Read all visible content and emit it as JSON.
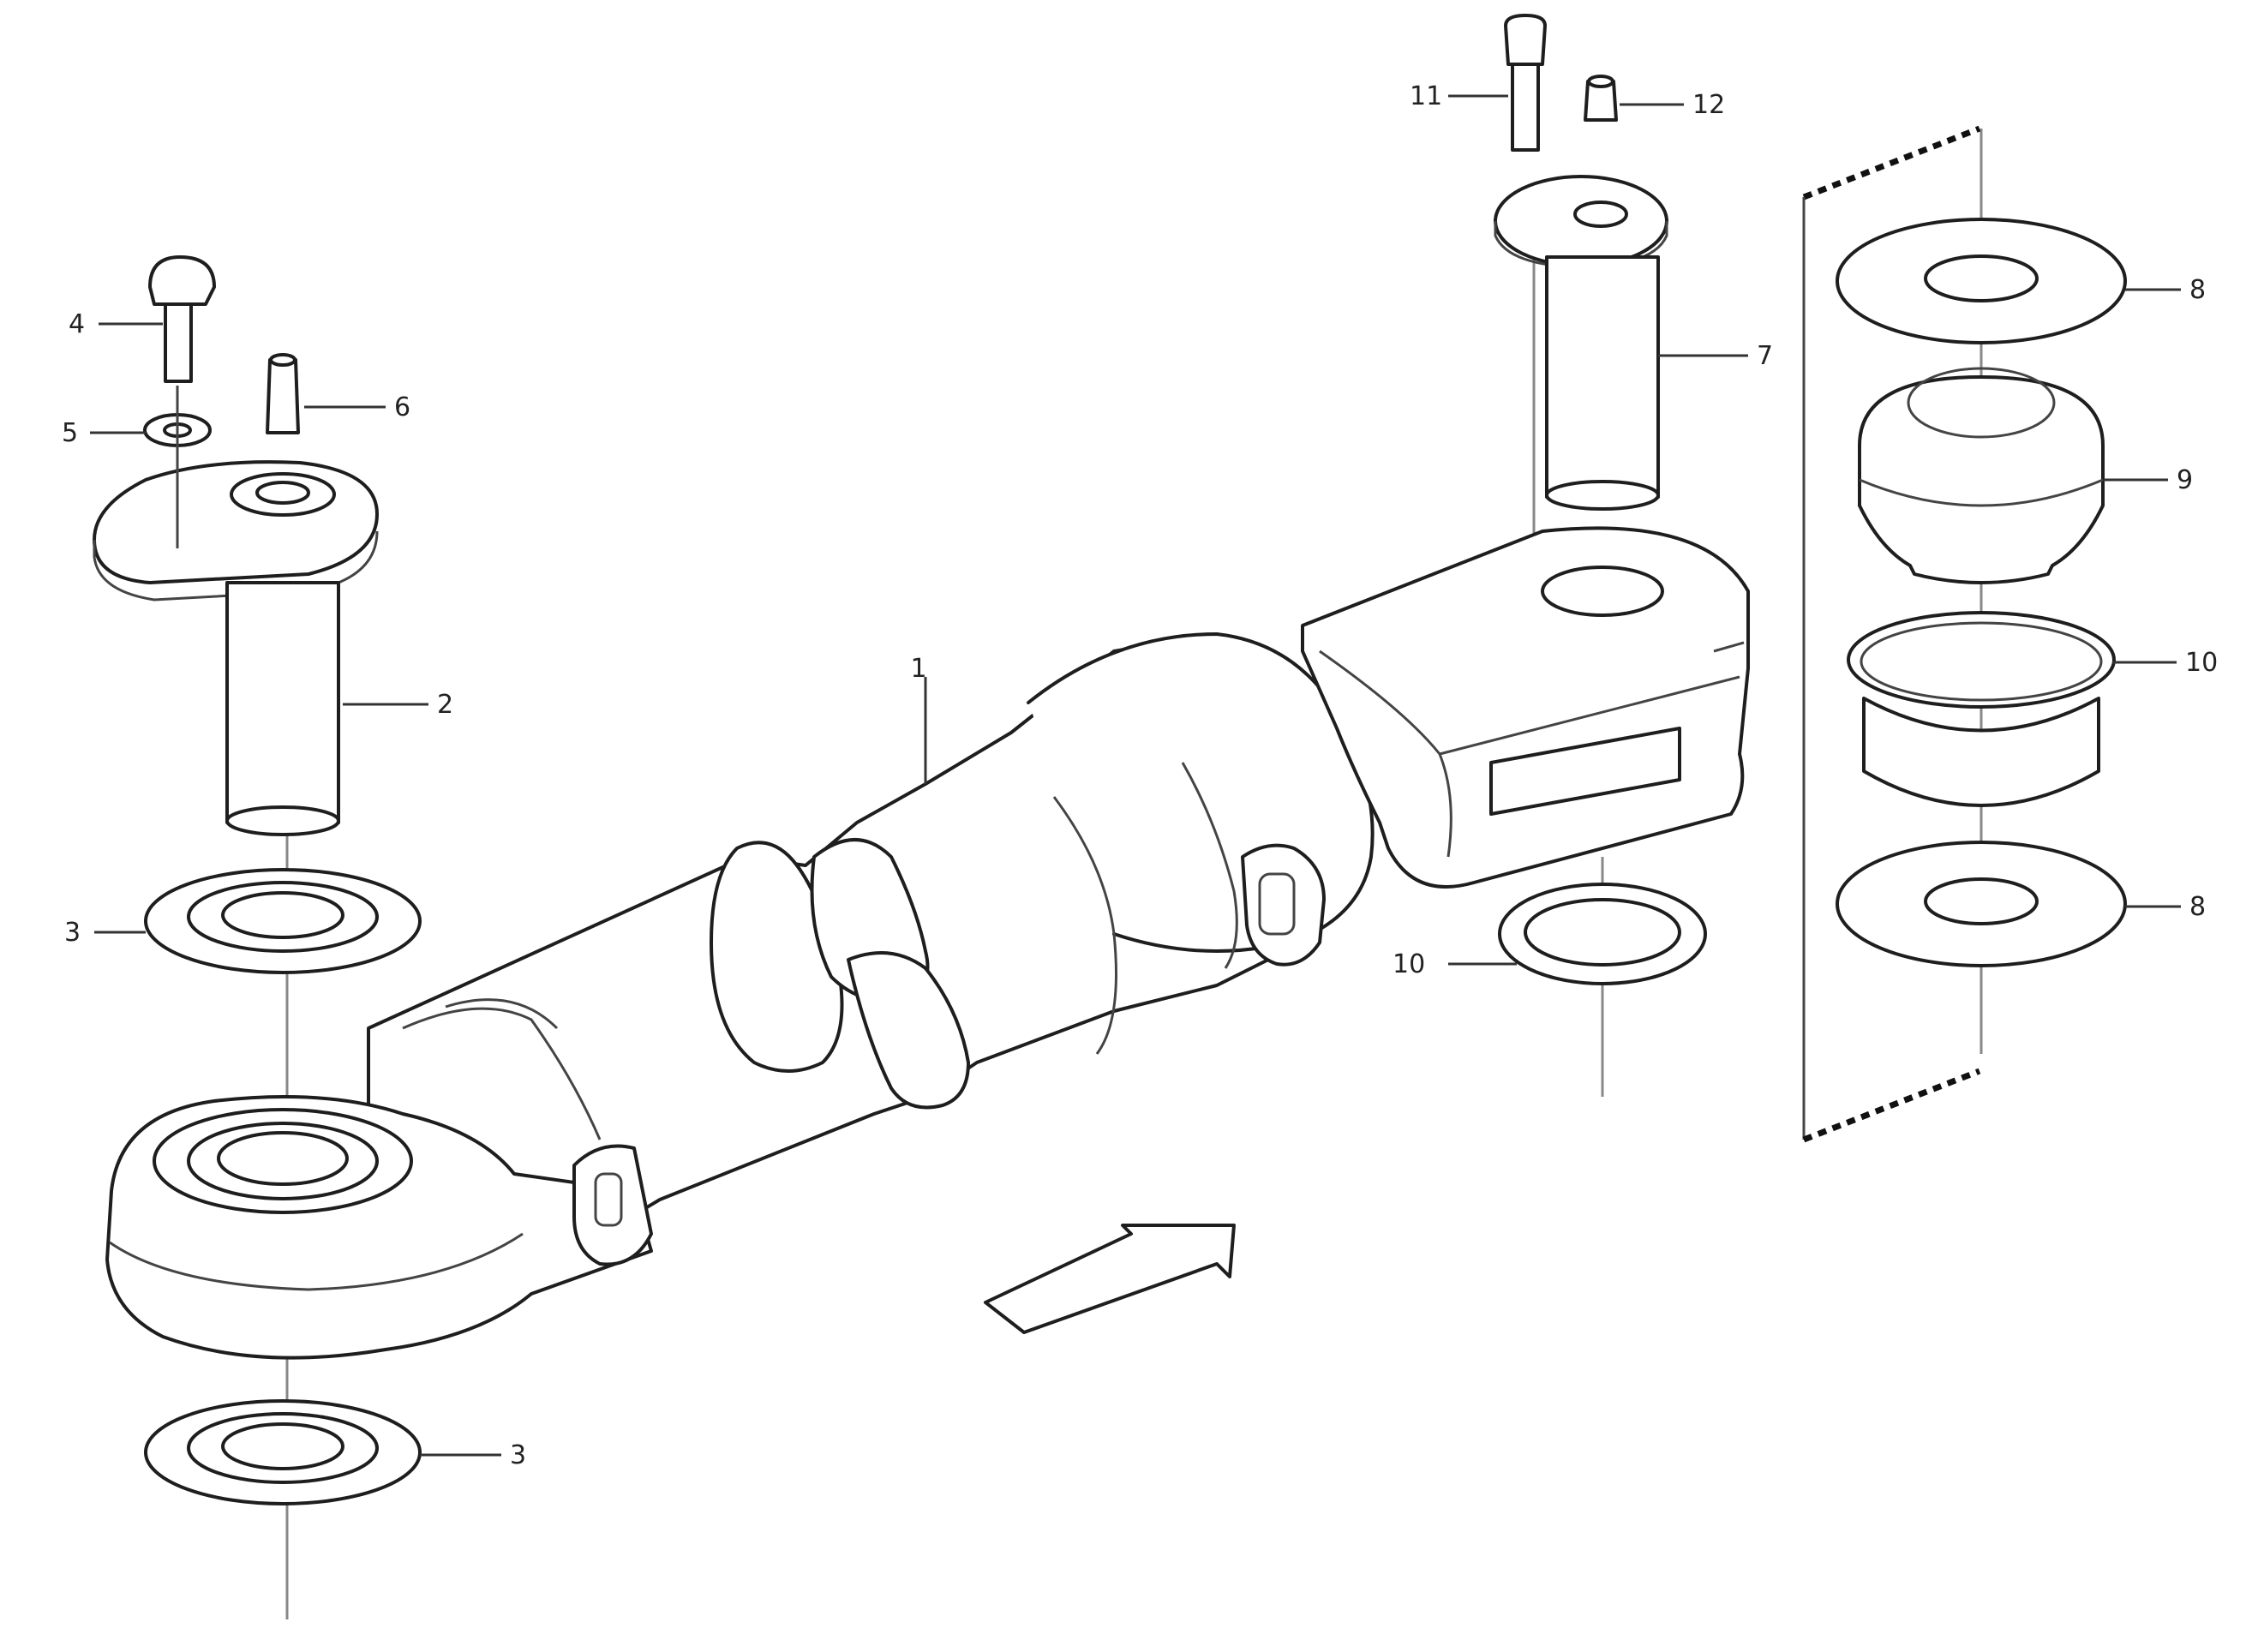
{
  "callouts": {
    "c1": "1",
    "c2": "2",
    "c3a": "3",
    "c3b": "3",
    "c4": "4",
    "c5": "5",
    "c6": "6",
    "c7": "7",
    "c8a": "8",
    "c8b": "8",
    "c9": "9",
    "c10a": "10",
    "c10b": "10",
    "c11": "11",
    "c12": "12"
  },
  "drawing_code": {
    "line1": "",
    "line2": "",
    "line3": ""
  },
  "colors": {
    "line": "#1e1e1e",
    "background": "#ffffff"
  }
}
